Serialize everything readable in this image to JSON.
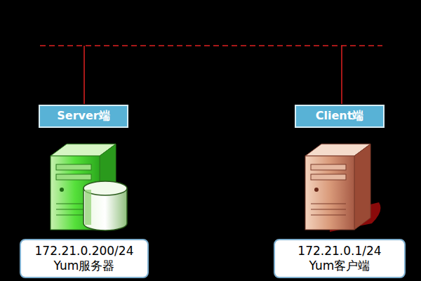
{
  "diagram": {
    "nodes": [
      {
        "text": [
          "Server端"
        ]
      },
      {
        "text": [
          "Client端"
        ]
      },
      {
        "text": [
          "172.21.0.200/24",
          "Yum服务器"
        ]
      },
      {
        "text": [
          "172.21.0.1/24",
          "Yum客户端"
        ]
      }
    ]
  }
}
